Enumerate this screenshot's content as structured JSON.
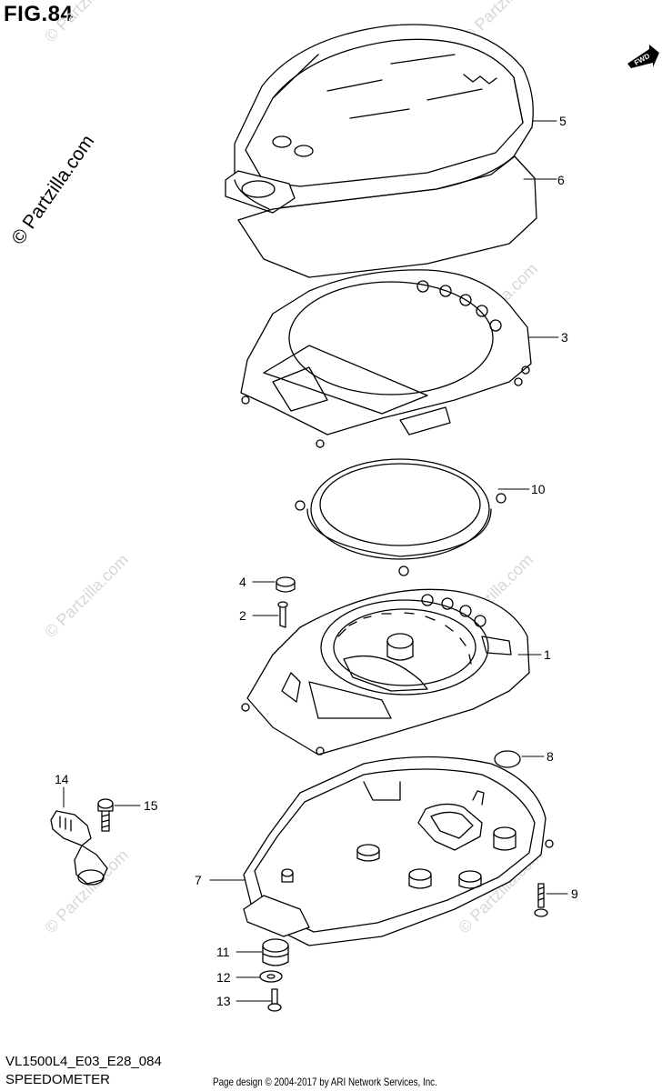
{
  "figure": {
    "title": "FIG.84",
    "fwd_label": "FWD",
    "model_code": "VL1500L4_E03_E28_084",
    "name": "SPEEDOMETER",
    "credit": "Page design © 2004-2017 by ARI Network Services, Inc.",
    "watermark": "© Partzilla.com"
  },
  "callouts": [
    {
      "id": "callout-5",
      "label": "5"
    },
    {
      "id": "callout-6",
      "label": "6"
    },
    {
      "id": "callout-3",
      "label": "3"
    },
    {
      "id": "callout-10",
      "label": "10"
    },
    {
      "id": "callout-4",
      "label": "4"
    },
    {
      "id": "callout-2",
      "label": "2"
    },
    {
      "id": "callout-1",
      "label": "1"
    },
    {
      "id": "callout-8",
      "label": "8"
    },
    {
      "id": "callout-14",
      "label": "14"
    },
    {
      "id": "callout-15",
      "label": "15"
    },
    {
      "id": "callout-7",
      "label": "7"
    },
    {
      "id": "callout-9",
      "label": "9"
    },
    {
      "id": "callout-11",
      "label": "11"
    },
    {
      "id": "callout-12",
      "label": "12"
    },
    {
      "id": "callout-13",
      "label": "13"
    }
  ]
}
